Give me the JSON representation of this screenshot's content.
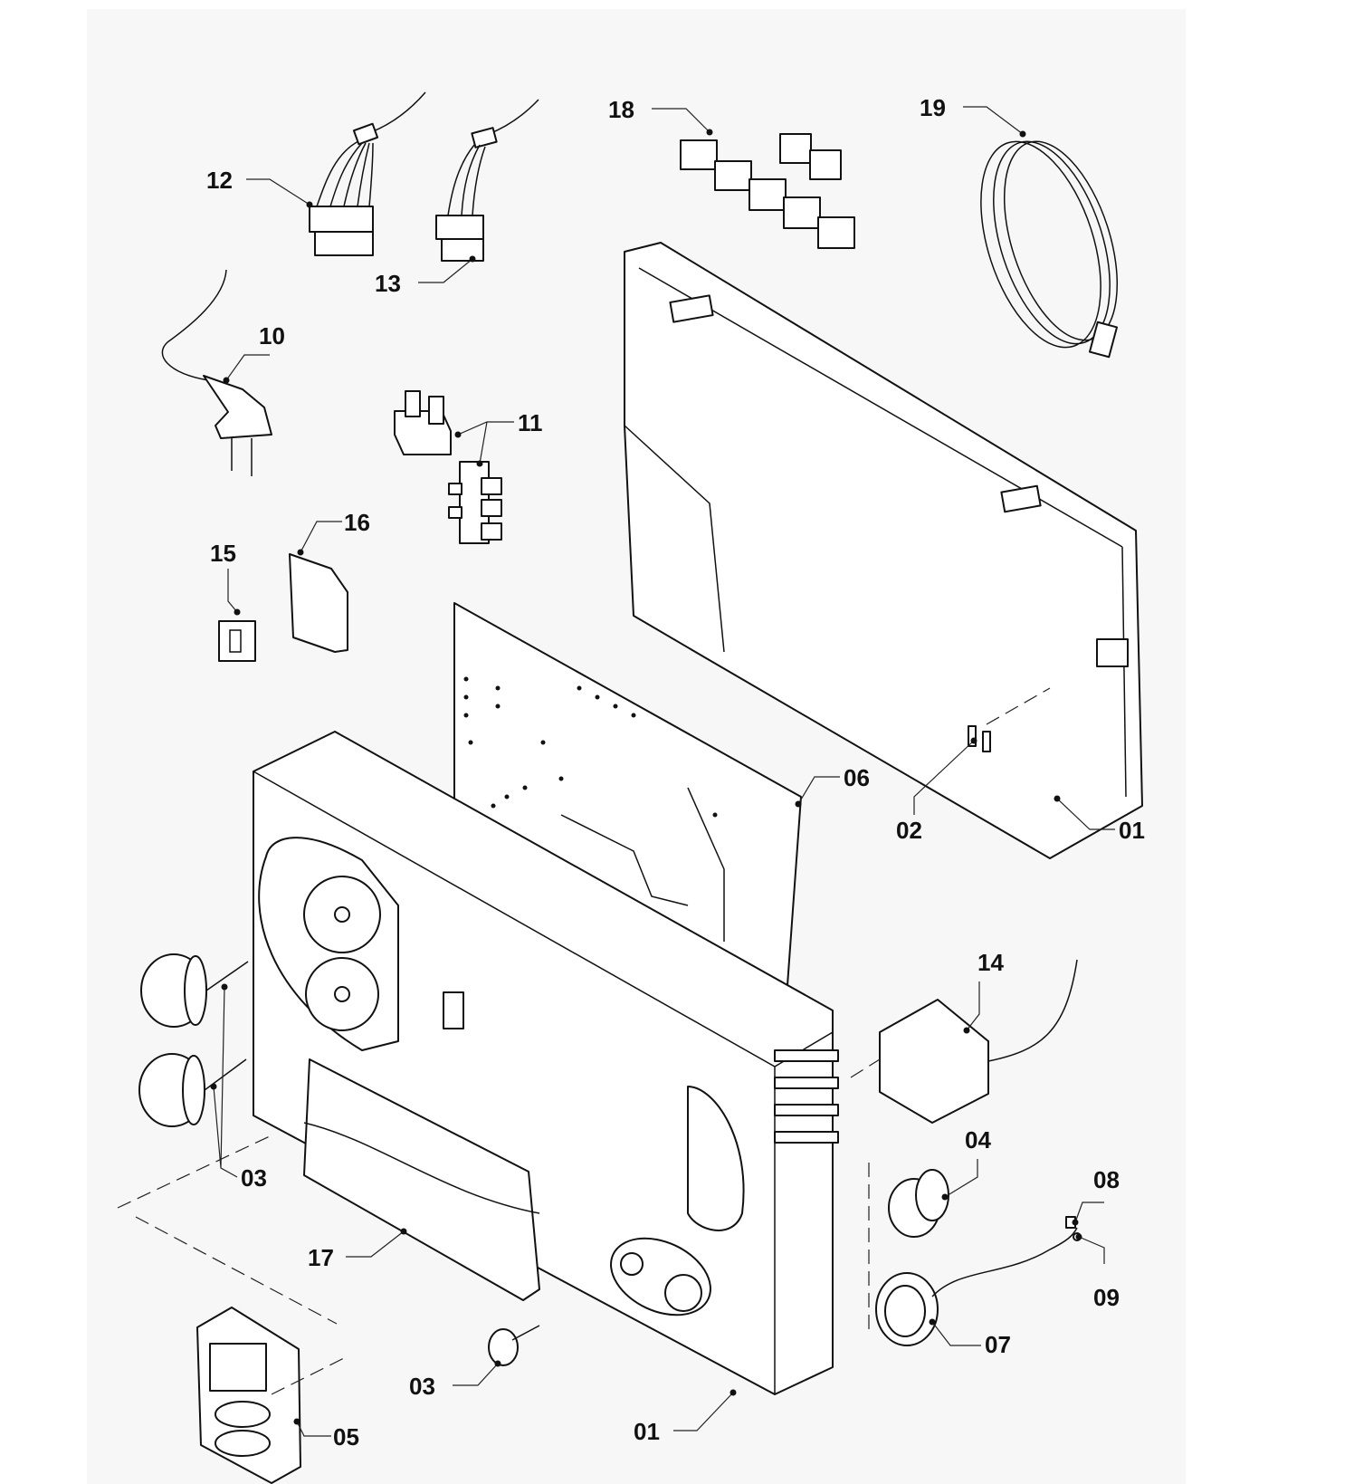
{
  "diagram": {
    "callouts": [
      {
        "id": "c12",
        "label": "12"
      },
      {
        "id": "c13",
        "label": "13"
      },
      {
        "id": "c18",
        "label": "18"
      },
      {
        "id": "c19",
        "label": "19"
      },
      {
        "id": "c10",
        "label": "10"
      },
      {
        "id": "c11",
        "label": "11"
      },
      {
        "id": "c16",
        "label": "16"
      },
      {
        "id": "c15",
        "label": "15"
      },
      {
        "id": "c06",
        "label": "06"
      },
      {
        "id": "c02",
        "label": "02"
      },
      {
        "id": "c01a",
        "label": "01"
      },
      {
        "id": "c14",
        "label": "14"
      },
      {
        "id": "c04",
        "label": "04"
      },
      {
        "id": "c08",
        "label": "08"
      },
      {
        "id": "c09",
        "label": "09"
      },
      {
        "id": "c07",
        "label": "07"
      },
      {
        "id": "c03a",
        "label": "03"
      },
      {
        "id": "c17",
        "label": "17"
      },
      {
        "id": "c03b",
        "label": "03"
      },
      {
        "id": "c05",
        "label": "05"
      },
      {
        "id": "c01b",
        "label": "01"
      }
    ]
  }
}
